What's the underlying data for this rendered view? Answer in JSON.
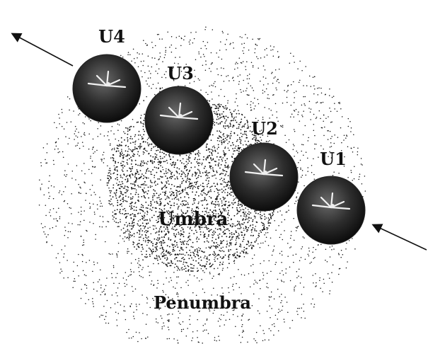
{
  "diagram": {
    "labels": {
      "umbra": "Umbra",
      "penumbra": "Penumbra"
    },
    "positions": [
      {
        "label": "U4"
      },
      {
        "label": "U3"
      },
      {
        "label": "U2"
      },
      {
        "label": "U1"
      }
    ]
  },
  "colors": {
    "ink": "#111111",
    "background": "#ffffff"
  }
}
